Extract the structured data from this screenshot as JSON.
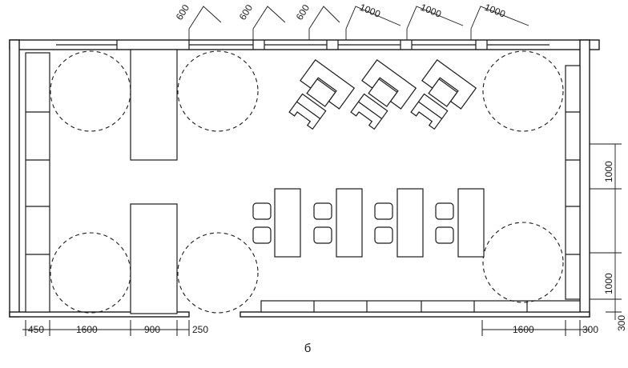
{
  "caption": "б",
  "dimensions": {
    "bottom_left": [
      "450",
      "1600",
      "900",
      "250"
    ],
    "bottom_right": [
      "1600",
      "300"
    ],
    "right_side": [
      "1000",
      "1000",
      "300"
    ],
    "top_window": [
      "600",
      "600",
      "600",
      "1000",
      "1000",
      "1000"
    ]
  }
}
